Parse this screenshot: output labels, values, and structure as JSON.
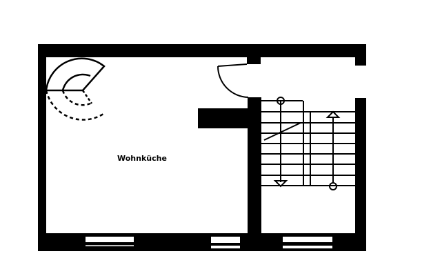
{
  "diagram": {
    "type": "floor-plan",
    "rooms": [
      {
        "id": "kitchen",
        "label": "Wohnküche"
      },
      {
        "id": "stairwell",
        "label": ""
      }
    ],
    "colors": {
      "wall": "#000000",
      "background": "#ffffff"
    }
  }
}
